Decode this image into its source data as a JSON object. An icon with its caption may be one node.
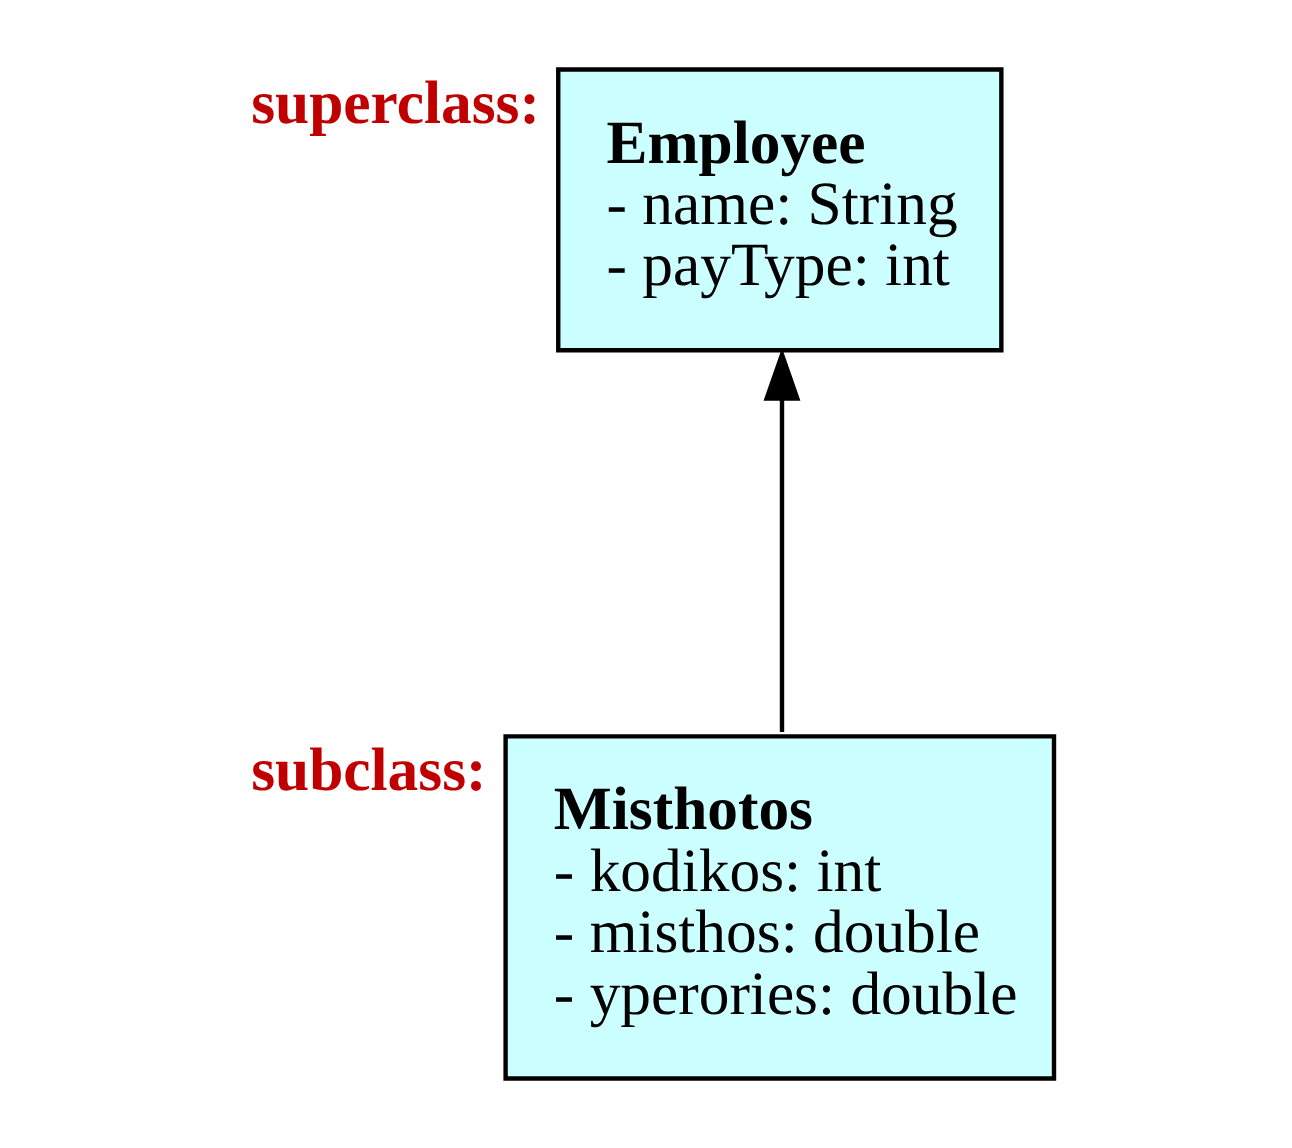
{
  "diagram": {
    "nodes": [
      {
        "text": [
          "Employee",
          "- name: String",
          "- payType: int"
        ],
        "beside": [
          "superclass:"
        ]
      },
      {
        "text": [
          "Misthotos",
          "- kodikos: int",
          "- misthos: double",
          "- yperories: double"
        ],
        "beside": [
          "subclass:"
        ]
      }
    ],
    "edges": [
      {
        "from": 1,
        "to": 0,
        "arrow": "to"
      }
    ]
  }
}
